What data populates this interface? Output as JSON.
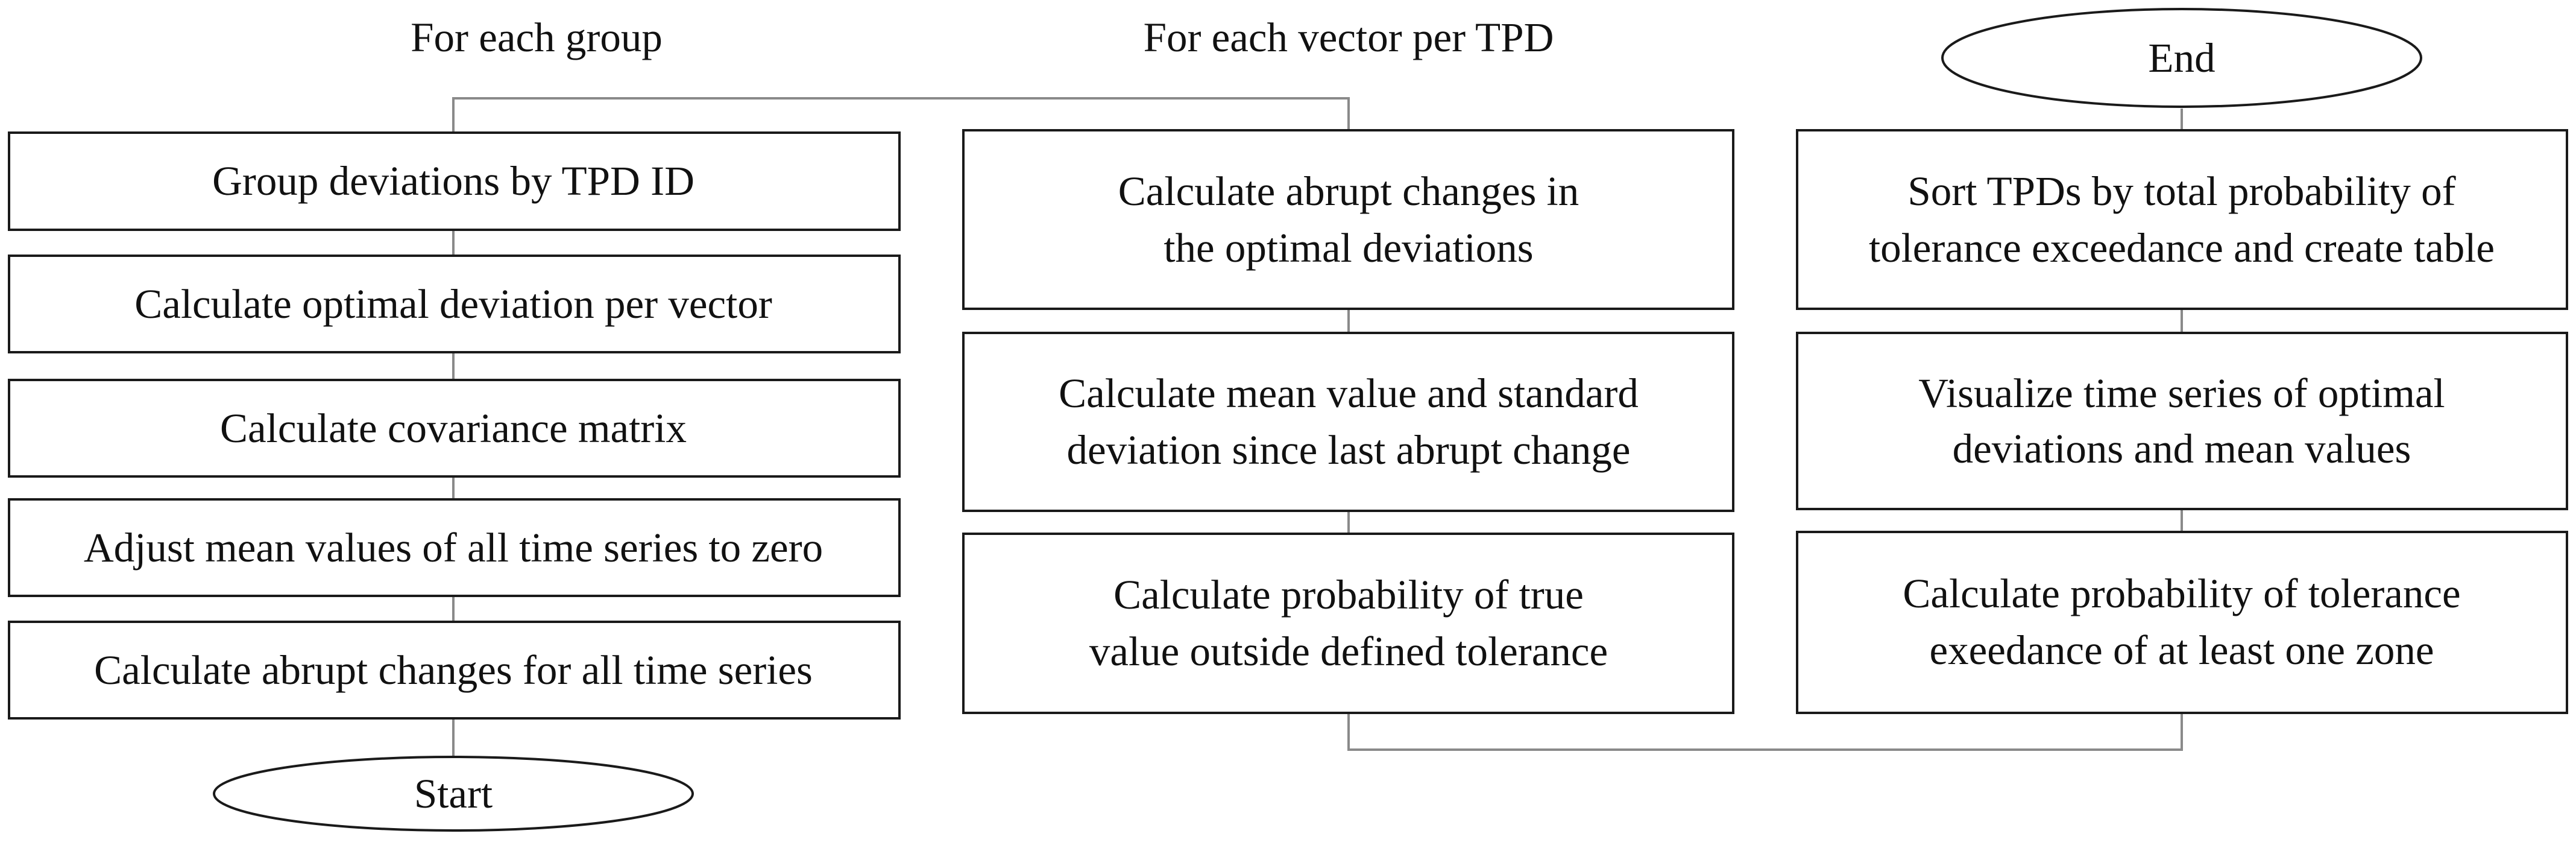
{
  "headings": {
    "group": "For each group",
    "vector": "For each vector per TPD"
  },
  "terminals": {
    "start": "Start",
    "end": "End"
  },
  "column1": [
    [
      "Group deviations by TPD ID"
    ],
    [
      "Calculate optimal deviation per vector"
    ],
    [
      "Calculate covariance matrix"
    ],
    [
      "Adjust mean values of all time series to zero"
    ],
    [
      "Calculate abrupt changes for all time series"
    ]
  ],
  "column2": [
    [
      "Calculate abrupt changes in",
      "the optimal deviations"
    ],
    [
      "Calculate mean value and standard",
      "deviation since last abrupt change"
    ],
    [
      "Calculate probability of true",
      "value outside defined tolerance"
    ]
  ],
  "column3": [
    [
      "Sort TPDs by total probability of",
      "tolerance exceedance and create table"
    ],
    [
      "Visualize time series of optimal",
      "deviations and mean values"
    ],
    [
      "Calculate probability of tolerance",
      "exeedance of at least one zone"
    ]
  ]
}
